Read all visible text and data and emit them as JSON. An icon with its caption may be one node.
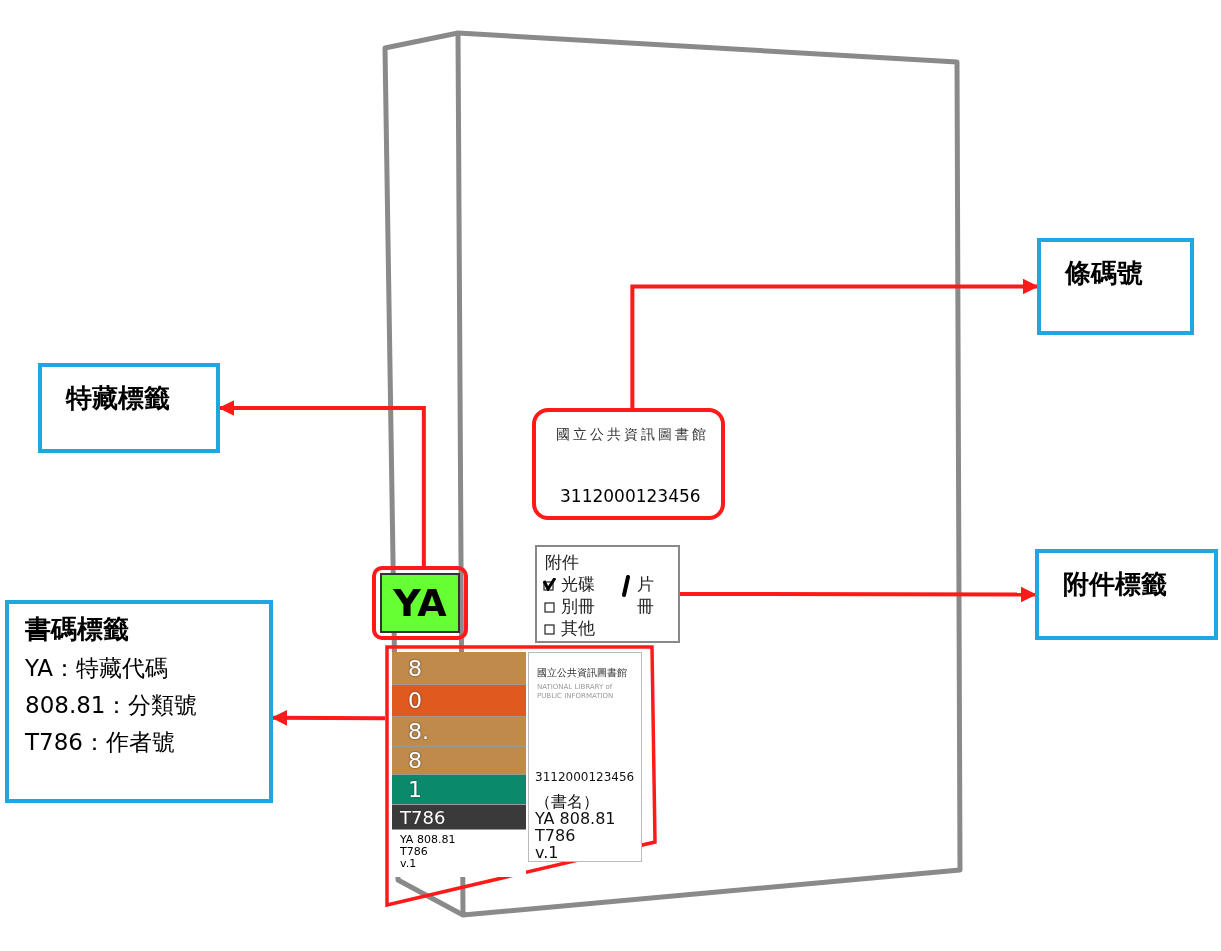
{
  "diagram": {
    "nodes": [
      {
        "text": [
          "條碼號"
        ]
      },
      {
        "text": [
          "特藏標籤"
        ]
      },
      {
        "text": [
          "國立公共資訊圖書館",
          "3112000123456"
        ]
      },
      {
        "text": [
          "附件",
          "光碟",
          "片",
          "別冊",
          "冊",
          "其他"
        ]
      },
      {
        "text": [
          "附件標籤"
        ]
      },
      {
        "text": [
          "YA"
        ]
      },
      {
        "text": [
          "書碼標籤",
          "YA：特藏代碼",
          "808.81：分類號",
          "T786：作者號"
        ]
      },
      {
        "text": [],
        "shape": "box"
      },
      {
        "text": [
          "8",
          "0",
          "8.",
          "8",
          "1",
          "T786",
          "YA 808.81",
          "T786",
          "v.1"
        ],
        "in": 7
      },
      {
        "text": [
          "國立公共資訊圖書館",
          "NATIONAL LIBRARY of PUBLIC INFORMATION",
          "3112000123456",
          "（書名）",
          "YA 808.81",
          "T786",
          "v.1"
        ],
        "in": 7
      }
    ],
    "edges": [
      {
        "from": 2,
        "to": 0,
        "arrow": "to"
      },
      {
        "from": 5,
        "to": 1,
        "arrow": "to"
      },
      {
        "from": 3,
        "to": 4,
        "arrow": "to"
      },
      {
        "from": 7,
        "to": 6,
        "arrow": "to"
      }
    ]
  }
}
